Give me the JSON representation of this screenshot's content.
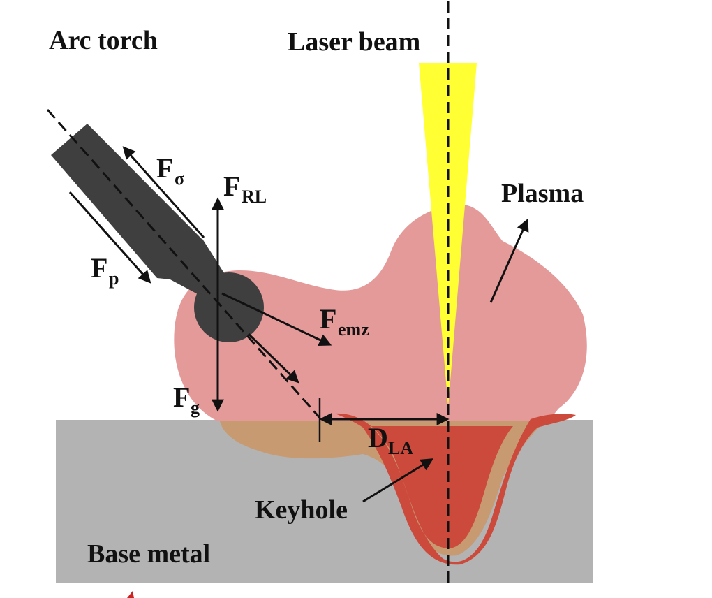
{
  "labels": {
    "arc_torch": "Arc torch",
    "laser_beam": "Laser beam",
    "plasma": "Plasma",
    "keyhole": "Keyhole",
    "base_metal": "Base metal"
  },
  "forces": {
    "f_sigma": {
      "main": "F",
      "sub": "σ"
    },
    "f_rl": {
      "main": "F",
      "sub": "RL"
    },
    "f_p": {
      "main": "F",
      "sub": "p"
    },
    "f_emz": {
      "main": "F",
      "sub": "emz"
    },
    "f_g": {
      "main": "F",
      "sub": "g"
    }
  },
  "dimension": {
    "main": "D",
    "sub": "LA"
  },
  "colors": {
    "plasma": "#e59a9a",
    "base_metal": "#b3b3b3",
    "weld_pool": "#c79a72",
    "keyhole_rim": "#cc4a3c",
    "torch": "#3f3f3f",
    "laser": "#ffff33",
    "ink": "#111111"
  }
}
